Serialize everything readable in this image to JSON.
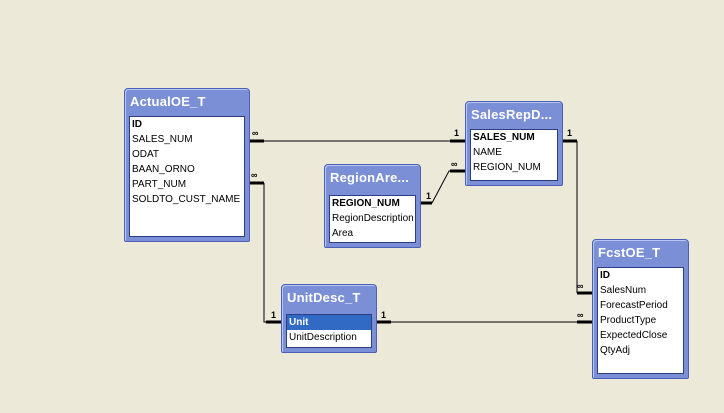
{
  "tables": {
    "actual": {
      "title": "ActualOE_T",
      "fields": [
        "ID",
        "SALES_NUM",
        "ODAT",
        "BAAN_ORNO",
        "PART_NUM",
        "SOLDTO_CUST_NAME"
      ]
    },
    "salesrep": {
      "title": "SalesRepD...",
      "fields": [
        "SALES_NUM",
        "NAME",
        "REGION_NUM"
      ]
    },
    "region": {
      "title": "RegionAre...",
      "fields": [
        "REGION_NUM",
        "RegionDescription",
        "Area"
      ]
    },
    "unitdesc": {
      "title": "UnitDesc_T",
      "fields": [
        "Unit",
        "UnitDescription"
      ]
    },
    "fcst": {
      "title": "FcstOE_T",
      "fields": [
        "ID",
        "SalesNum",
        "ForecastPeriod",
        "ProductType",
        "ExpectedClose",
        "QtyAdj"
      ]
    }
  },
  "relationships": {
    "one_label": "1",
    "many_label": "∞"
  },
  "colors": {
    "background": "#ece9d8",
    "table_frame": "#7b8fd6",
    "selection": "#316ac5"
  }
}
